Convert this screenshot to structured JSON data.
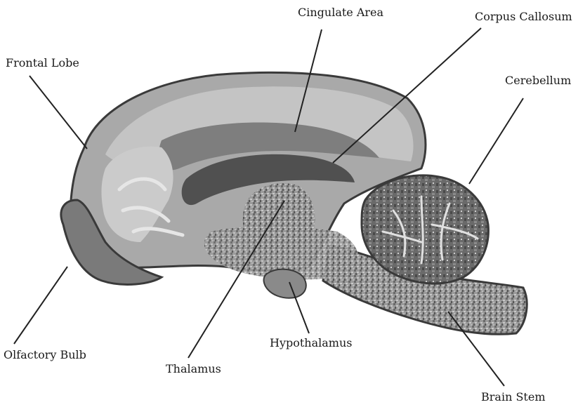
{
  "figure": {
    "labels": {
      "cingulate": "Cingulate Area",
      "corpus_callosum": "Corpus Callosum",
      "frontal_lobe": "Frontal Lobe",
      "cerebellum": "Cerebellum",
      "olfactory_bulb": "Olfactory Bulb",
      "hypothalamus": "Hypothalamus",
      "thalamus": "Thalamus",
      "brain_stem": "Brain Stem"
    }
  },
  "colors": {
    "line": "#222222",
    "outline": "#3a3a3a",
    "cortex_light": "#b9b9b9",
    "cortex_mid": "#8e8e8e",
    "dark_band": "#5a5a5a",
    "cerebellum": "#6e6e6e"
  }
}
